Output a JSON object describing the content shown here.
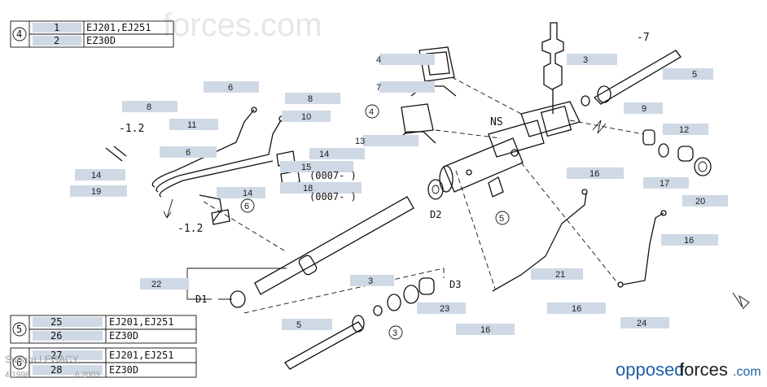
{
  "watermark": {
    "top_text": "forces.com",
    "brand_left": "opposed",
    "brand_right": "forces",
    "brand_suffix": ".com",
    "vehicle": "Subaru LEGACY",
    "years_start": "4.1998",
    "years_end": "6.2003"
  },
  "tables": {
    "t4": {
      "circle": "4",
      "rows": [
        {
          "num": "1",
          "text": "EJ201,EJ251"
        },
        {
          "num": "2",
          "text": "EZ30D"
        }
      ]
    },
    "t5": {
      "circle": "5",
      "rows": [
        {
          "num": "25",
          "text": "EJ201,EJ251"
        },
        {
          "num": "26",
          "text": "EZ30D"
        }
      ]
    },
    "t6": {
      "circle": "6",
      "rows": [
        {
          "num": "27",
          "text": "EJ201,EJ251"
        },
        {
          "num": "28",
          "text": "EZ30D"
        }
      ]
    }
  },
  "callouts": {
    "c3a": "3",
    "c4": "4",
    "c5a": "5",
    "c6a": "6",
    "c6b": "6",
    "c7": "7",
    "c8a": "8",
    "c8b": "8",
    "c9": "9",
    "c10": "10",
    "c11": "11",
    "c12": "12",
    "c13": "13",
    "c14a": "14",
    "c14b": "14",
    "c14c": "14",
    "c15": "15",
    "c16a": "16",
    "c16b": "16",
    "c16c": "16",
    "c16d": "16",
    "c17": "17",
    "c18": "18",
    "c19": "19",
    "c20": "20",
    "c21": "21",
    "c22": "22",
    "c23": "23",
    "c24": "24",
    "c3b": "3",
    "c5b": "5"
  },
  "annotations": {
    "ns": "NS",
    "minus7": "-7",
    "minus12a": "-1.2",
    "minus12b": "-1.2",
    "serial15": "(0007- )",
    "serial18": "(0007- )",
    "d1": "D1",
    "d2": "D2",
    "d3": "D3",
    "circle4": "4",
    "circle5": "5",
    "circle6": "6",
    "circle3": "3"
  }
}
